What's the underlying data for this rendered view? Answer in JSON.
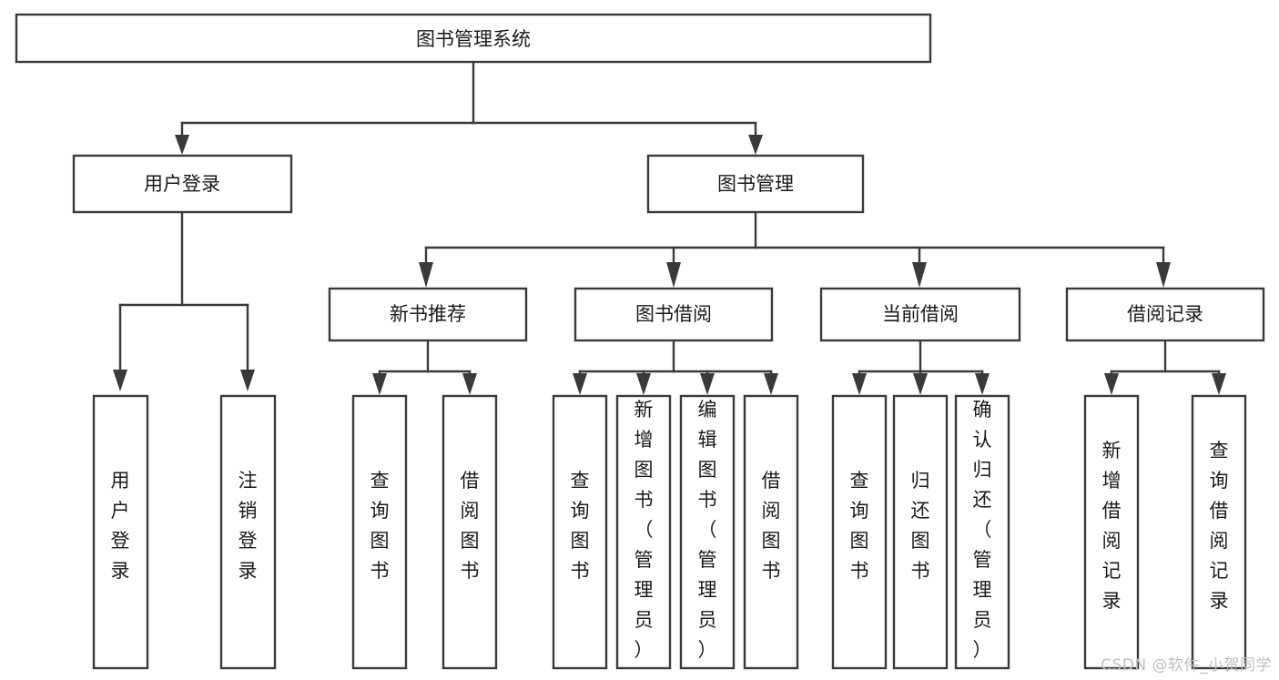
{
  "diagram": {
    "type": "tree",
    "title": "图书管理系统",
    "watermark": "CSDN @软件_小贺同学",
    "colors": {
      "stroke": "#3a3a3a",
      "box_fill": "#ffffff",
      "text": "#1a1a1a",
      "background": "#ffffff",
      "watermark": "#c0c0c0"
    },
    "nodes": {
      "root": {
        "label": "图书管理系统",
        "orientation": "horizontal"
      },
      "level2": [
        {
          "id": "user-login",
          "label": "用户登录",
          "orientation": "horizontal"
        },
        {
          "id": "book-management",
          "label": "图书管理",
          "orientation": "horizontal"
        }
      ],
      "level3": [
        {
          "id": "new-book-recommend",
          "label": "新书推荐",
          "orientation": "horizontal"
        },
        {
          "id": "book-borrow",
          "label": "图书借阅",
          "orientation": "horizontal"
        },
        {
          "id": "current-borrow",
          "label": "当前借阅",
          "orientation": "horizontal"
        },
        {
          "id": "borrow-record",
          "label": "借阅记录",
          "orientation": "horizontal"
        }
      ],
      "leaves": [
        {
          "id": "leaf-user-login",
          "label": "用户登录",
          "parent": "user-login",
          "orientation": "vertical"
        },
        {
          "id": "leaf-user-logout",
          "label": "注销登录",
          "parent": "user-login",
          "orientation": "vertical"
        },
        {
          "id": "leaf-query-book-1",
          "label": "查询图书",
          "parent": "new-book-recommend",
          "orientation": "vertical"
        },
        {
          "id": "leaf-borrow-book-1",
          "label": "借阅图书",
          "parent": "new-book-recommend",
          "orientation": "vertical"
        },
        {
          "id": "leaf-query-book-2",
          "label": "查询图书",
          "parent": "book-borrow",
          "orientation": "vertical"
        },
        {
          "id": "leaf-add-book",
          "label": "新增图书（管理员）",
          "parent": "book-borrow",
          "orientation": "vertical"
        },
        {
          "id": "leaf-edit-book",
          "label": "编辑图书（管理员）",
          "parent": "book-borrow",
          "orientation": "vertical"
        },
        {
          "id": "leaf-borrow-book-2",
          "label": "借阅图书",
          "parent": "book-borrow",
          "orientation": "vertical"
        },
        {
          "id": "leaf-query-book-3",
          "label": "查询图书",
          "parent": "current-borrow",
          "orientation": "vertical"
        },
        {
          "id": "leaf-return-book",
          "label": "归还图书",
          "parent": "current-borrow",
          "orientation": "vertical"
        },
        {
          "id": "leaf-confirm-return",
          "label": "确认归还（管理员）",
          "parent": "current-borrow",
          "orientation": "vertical"
        },
        {
          "id": "leaf-add-record",
          "label": "新增借阅记录",
          "parent": "borrow-record",
          "orientation": "vertical"
        },
        {
          "id": "leaf-query-record",
          "label": "查询借阅记录",
          "parent": "borrow-record",
          "orientation": "vertical"
        }
      ]
    }
  }
}
